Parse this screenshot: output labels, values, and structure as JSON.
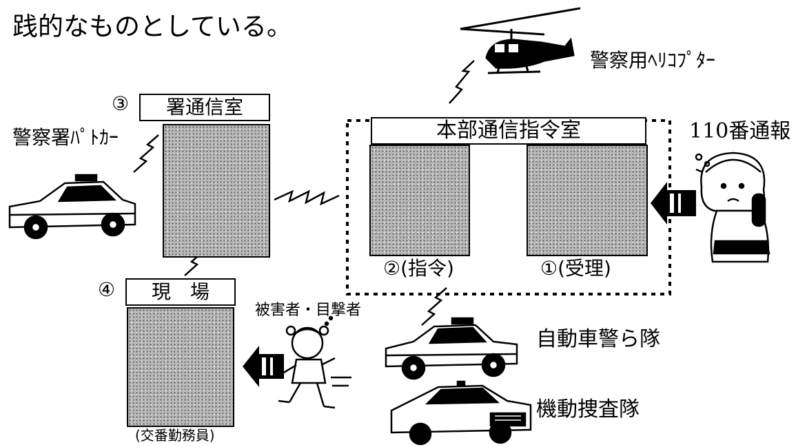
{
  "intro": {
    "text": "践的なものとしている。"
  },
  "labels": {
    "helicopter": "警察用ﾍﾘｺﾌﾟﾀｰ",
    "call110": "110番通報",
    "hq_room": "本部通信指令室",
    "station_room": "署通信室",
    "station_room_num": "③",
    "station_patrol": "警察署ﾊﾟﾄｶｰ",
    "scene": "現　場",
    "scene_num": "④",
    "dispatch": "②(指令)",
    "receive": "①(受理)",
    "victim_witness": "被害者・目撃者",
    "koban_officer": "(交番勤務員)",
    "auto_patrol": "自動車警ら隊",
    "mobile_investigation": "機動捜査隊"
  },
  "icons": [
    "helicopter-icon",
    "telephone-caller-icon",
    "patrol-car-icon",
    "unmarked-car-icon",
    "running-girl-icon",
    "lightning-signal-icon",
    "arrow-icon"
  ]
}
